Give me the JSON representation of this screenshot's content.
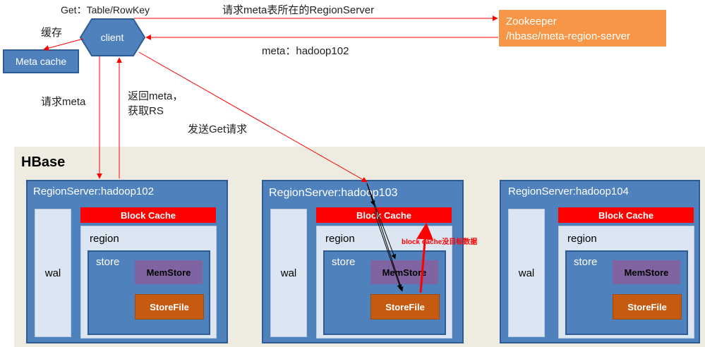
{
  "top": {
    "get_label": "Get：Table/RowKey",
    "request_zk_label": "请求meta表所在的RegionServer",
    "meta_reply_label": "meta：hadoop102",
    "cache_label": "缓存",
    "request_meta_label": "请求meta",
    "return_meta_line1": "返回meta，",
    "return_meta_line2": "获取RS",
    "send_get_label": "发送Get请求"
  },
  "client": {
    "label": "client"
  },
  "meta_cache": {
    "label": "Meta cache"
  },
  "zookeeper": {
    "line1": "Zookeeper",
    "line2": "/hbase/meta-region-server"
  },
  "hbase": {
    "title": "HBase"
  },
  "region_servers": [
    {
      "title": "RegionServer:hadoop102",
      "wal": "wal",
      "block_cache": "Block Cache",
      "region": "region",
      "store": "store",
      "memstore": "MemStore",
      "storefile": "StoreFile"
    },
    {
      "title": "RegionServer:hadoop103",
      "wal": "wal",
      "block_cache": "Block Cache",
      "region": "region",
      "store": "store",
      "memstore": "MemStore",
      "storefile": "StoreFile"
    },
    {
      "title": "RegionServer:hadoop104",
      "wal": "wal",
      "block_cache": "Block Cache",
      "region": "region",
      "store": "store",
      "memstore": "MemStore",
      "storefile": "StoreFile"
    }
  ],
  "annotation": {
    "block_cache_note": "block cache没目标数据"
  },
  "colors": {
    "region_server": "#4f81bd",
    "wal_region": "#dce6f2",
    "block_cache": "#ff0000",
    "memstore": "#8064a2",
    "storefile": "#c55a11",
    "zookeeper": "#f79646",
    "hbase_bg": "#eeece1",
    "arrow_red": "#ff0000"
  }
}
